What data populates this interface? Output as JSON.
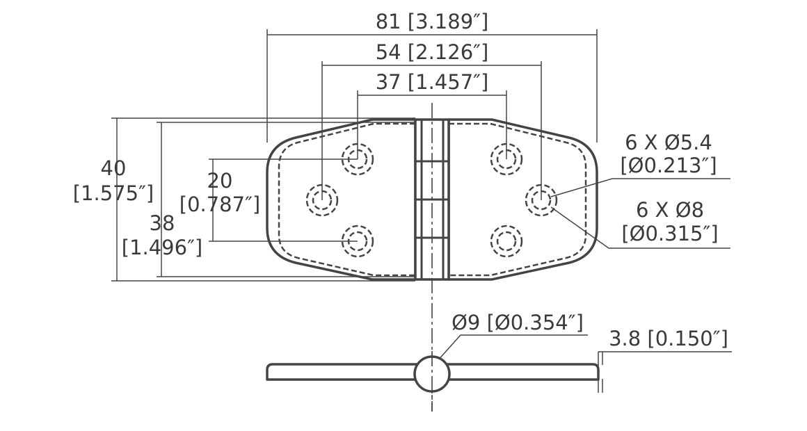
{
  "dimensions": {
    "overall_width": "81 [3.189″]",
    "outer_hole_spacing": "54 [2.126″]",
    "inner_hole_spacing": "37 [1.457″]",
    "overall_height_mm": "40",
    "overall_height_in": "[1.575″]",
    "hinge_leaf_height_mm": "38",
    "hinge_leaf_height_in": "[1.496″]",
    "hole_vertical_spacing_mm": "20",
    "hole_vertical_spacing_in": "[0.787″]",
    "hole_diameter_line1": "6 X Ø5.4",
    "hole_diameter_line2": "[Ø0.213″]",
    "countersink_line1": "6 X Ø8",
    "countersink_line2": "[Ø0.315″]",
    "pin_diameter": "Ø9 [Ø0.354″]",
    "thickness": "3.8 [0.150″]"
  },
  "holes": {
    "count": 6
  }
}
